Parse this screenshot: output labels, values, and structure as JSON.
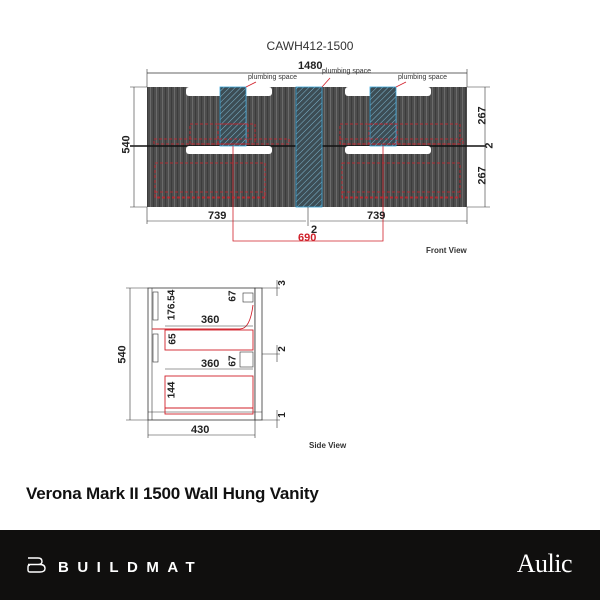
{
  "drawing": {
    "model_code": "CAWH412-1500",
    "front_view": {
      "label": "Front View",
      "overall_width": "1480",
      "height": "540",
      "left_width": "739",
      "right_width": "739",
      "gap_center": "2",
      "gap_middle": "2",
      "top_drawer_height": "267",
      "bottom_drawer_height": "267",
      "waste_spacing": "690",
      "plumbing_labels": [
        "plumbing space",
        "plumbing space",
        "plumbing space"
      ]
    },
    "side_view": {
      "label": "Side View",
      "height": "540",
      "depth": "430",
      "top_drawer_depth": "360",
      "bottom_drawer_depth": "360",
      "top_internal_height": "176.54",
      "top_drawer_front_gap": "65",
      "bottom_internal_height": "144",
      "handle_recess_top": "67",
      "handle_recess_bottom": "67",
      "gap_top": "3",
      "gap_middle": "2",
      "gap_bottom": "1"
    },
    "colors": {
      "cabinet": "#4a4a4a",
      "dimension_red": "#d0202a",
      "plumbing_blue": "#3aa6d8",
      "line": "#333333"
    }
  },
  "product": {
    "title": "Verona Mark II 1500 Wall Hung Vanity"
  },
  "footer": {
    "retailer": "BUILDMAT",
    "brand": "Aulic",
    "background": "#100f0e"
  }
}
